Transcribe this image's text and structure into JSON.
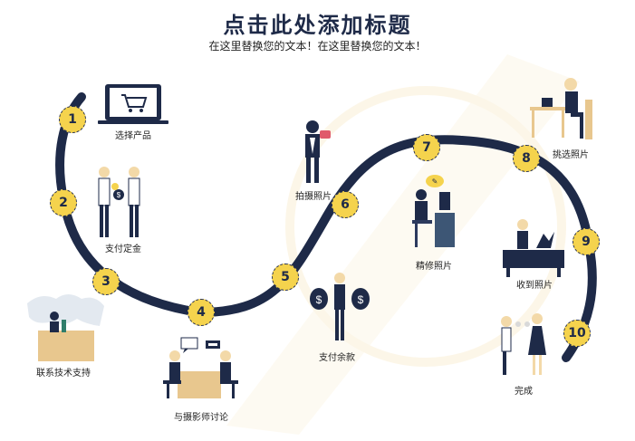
{
  "header": {
    "title": "点击此处添加标题",
    "subtitle": "在这里替换您的文本！在这里替换您的文本！"
  },
  "colors": {
    "path": "#1e2a48",
    "step_fill": "#f5d34d",
    "figure_dark": "#1e2a48",
    "skin": "#f3d9a8",
    "desk": "#e8c78e",
    "background_pattern": "#fdf6e6"
  },
  "steps": [
    {
      "number": "1",
      "label": "选择产品",
      "icon": "laptop-cart-icon"
    },
    {
      "number": "2",
      "label": "支付定金",
      "icon": "payment-deposit-icon"
    },
    {
      "number": "3",
      "label": "联系技术支持",
      "icon": "tech-support-icon"
    },
    {
      "number": "4",
      "label": "与摄影师讨论",
      "icon": "discussion-icon"
    },
    {
      "number": "5",
      "label": "支付余款",
      "icon": "money-bags-icon"
    },
    {
      "number": "6",
      "label": "拍摄照片",
      "icon": "photographer-icon"
    },
    {
      "number": "7",
      "label": "精修照片",
      "icon": "photo-editing-icon"
    },
    {
      "number": "8",
      "label": "挑选照片",
      "icon": "desk-selection-icon"
    },
    {
      "number": "9",
      "label": "收到照片",
      "icon": "receive-photos-icon"
    },
    {
      "number": "10",
      "label": "完成",
      "icon": "handshake-complete-icon"
    }
  ]
}
